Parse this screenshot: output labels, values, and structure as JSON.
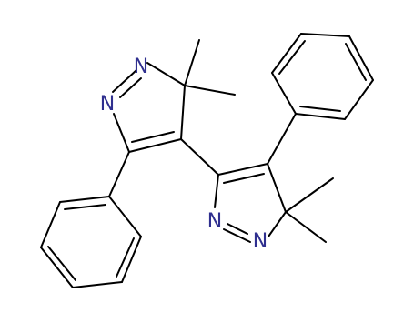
{
  "structure": {
    "atom_labels": {
      "n1": "N",
      "n2": "N",
      "n3": "N",
      "n4": "N"
    },
    "colors": {
      "bond": "#000000",
      "nitrogen": "#2f2f8f",
      "background": "#ffffff"
    }
  }
}
